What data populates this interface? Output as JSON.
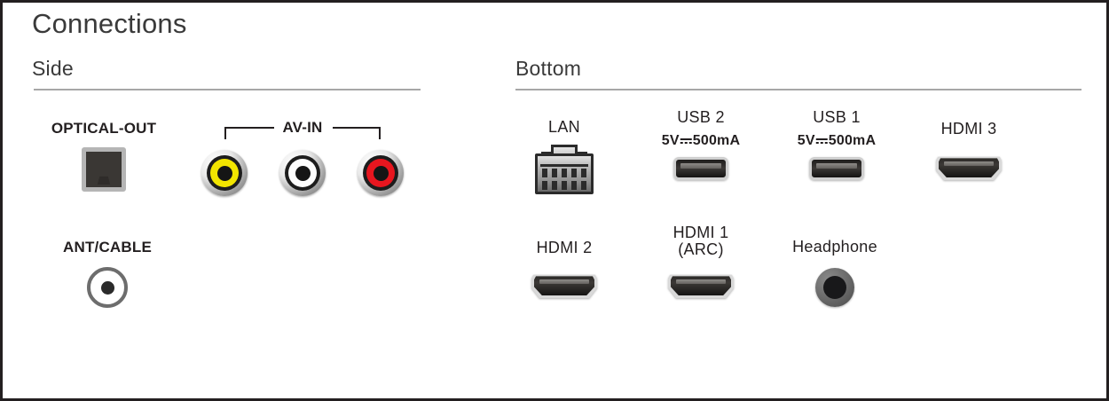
{
  "page": {
    "title": "Connections",
    "border_color": "#231f20",
    "background": "#ffffff"
  },
  "sections": {
    "side": {
      "title": "Side"
    },
    "bottom": {
      "title": "Bottom"
    }
  },
  "side_ports": {
    "optical": {
      "label": "OPTICAL-OUT",
      "icon": "optical-toslink-icon"
    },
    "av_in": {
      "group_label": "AV-IN",
      "jacks": [
        {
          "label": "",
          "color": "#f2e500",
          "icon": "rca-jack-yellow-icon"
        },
        {
          "label": "",
          "color": "#fdfdfd",
          "icon": "rca-jack-white-icon"
        },
        {
          "label": "",
          "color": "#e8161f",
          "icon": "rca-jack-red-icon"
        }
      ]
    },
    "antenna": {
      "label": "ANT/CABLE",
      "icon": "coaxial-connector-icon"
    }
  },
  "bottom_ports": {
    "lan": {
      "label": "LAN",
      "icon": "rj45-lan-icon"
    },
    "usb2": {
      "label": "USB 2",
      "rating_prefix": "5V",
      "rating_suffix": "500mA",
      "icon": "usb-a-port-icon"
    },
    "usb1": {
      "label": "USB 1",
      "rating_prefix": "5V",
      "rating_suffix": "500mA",
      "icon": "usb-a-port-icon"
    },
    "hdmi3": {
      "label": "HDMI 3",
      "icon": "hdmi-port-icon"
    },
    "hdmi2": {
      "label": "HDMI 2",
      "icon": "hdmi-port-icon"
    },
    "hdmi1": {
      "label_line1": "HDMI 1",
      "label_line2": "(ARC)",
      "icon": "hdmi-port-icon"
    },
    "headphone": {
      "label": "Headphone",
      "icon": "headphone-jack-icon"
    }
  }
}
